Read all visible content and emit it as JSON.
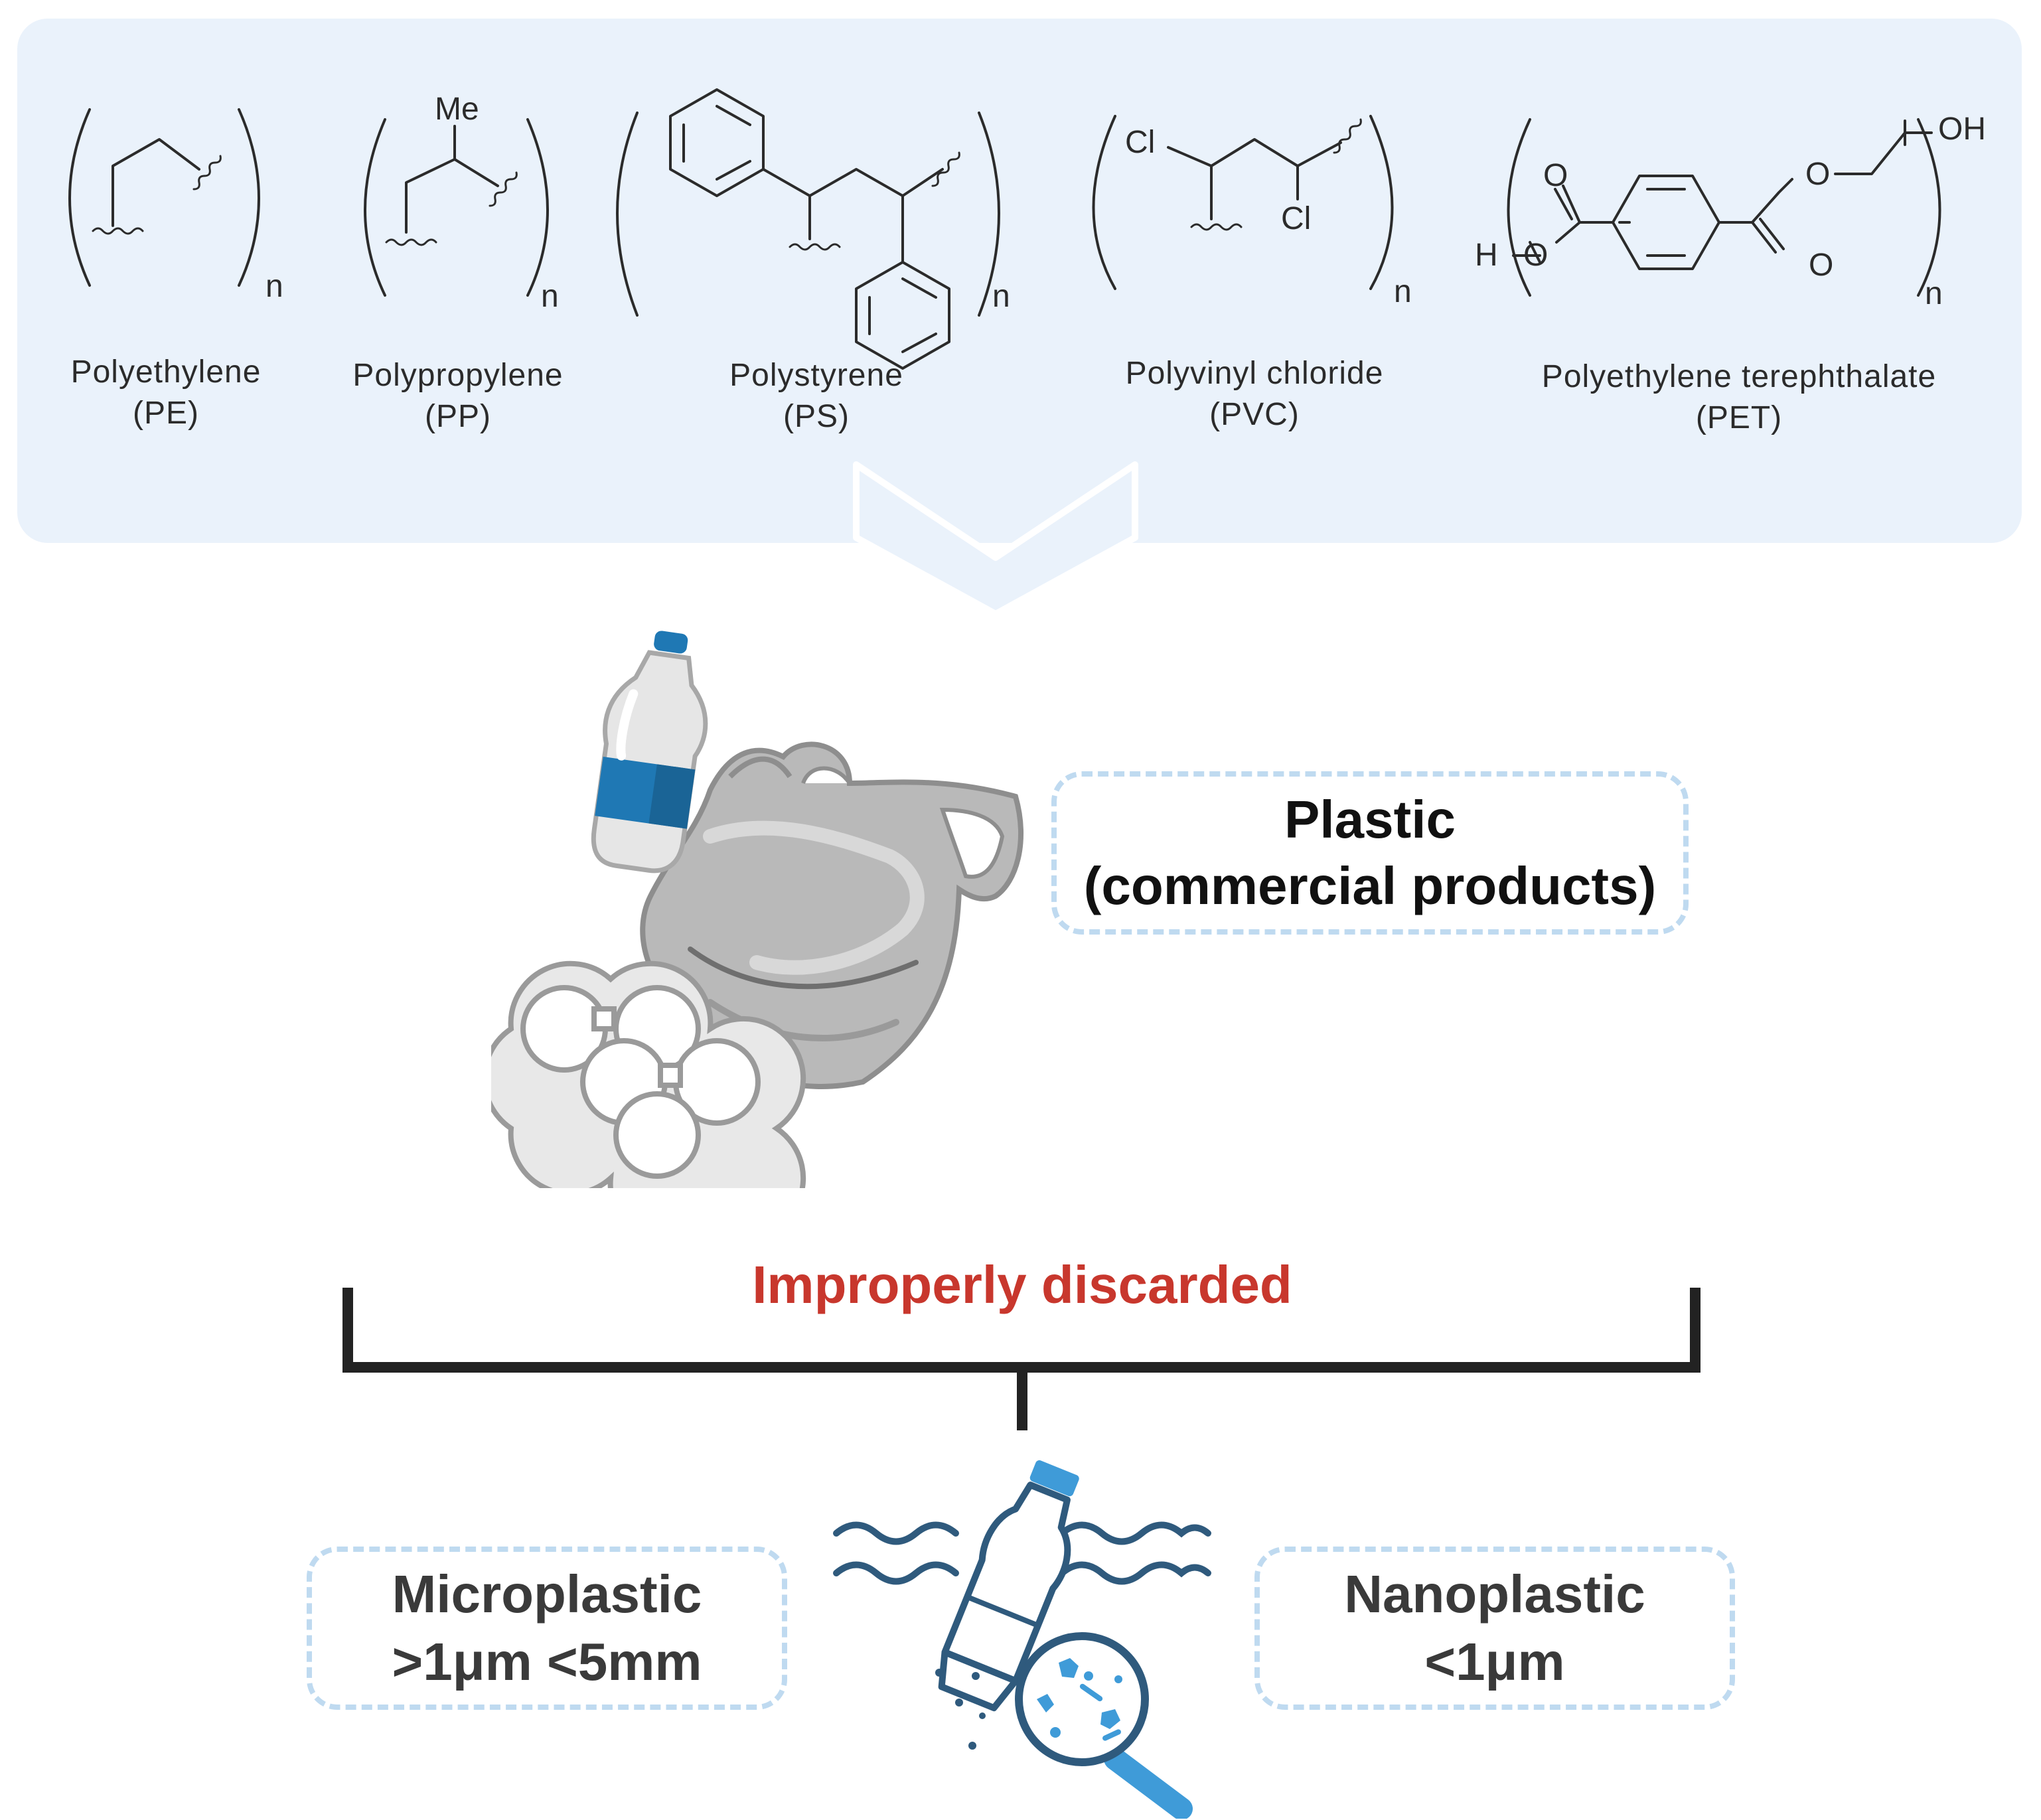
{
  "polymers": [
    {
      "name": "Polyethylene",
      "abbr": "(PE)"
    },
    {
      "name": "Polypropylene",
      "abbr": "(PP)"
    },
    {
      "name": "Polystyrene",
      "abbr": "(PS)"
    },
    {
      "name": "Polyvinyl chloride",
      "abbr": "(PVC)"
    },
    {
      "name": "Polyethylene terephthalate",
      "abbr": "(PET)"
    }
  ],
  "structure_text": {
    "repeat_index": "n",
    "methyl": "Me",
    "chlorine": "Cl",
    "hydroxyl": "OH",
    "hydrogen": "H",
    "oxygen": "O"
  },
  "plastic_box": {
    "line1": "Plastic",
    "line2": "(commercial products)"
  },
  "discard_label": "Improperly discarded",
  "micro_box": {
    "line1": "Microplastic",
    "line2": ">1μm  <5mm"
  },
  "nano_box": {
    "line1": "Nanoplastic",
    "line2": "<1μm"
  },
  "colors": {
    "panel": "#eaf2fb",
    "dashed_border": "#bfdaf0",
    "discard_red": "#c8372d",
    "icon_navy": "#2f5a7d",
    "icon_blue": "#3f9bd8",
    "bottle_band": "#1f78b4"
  }
}
